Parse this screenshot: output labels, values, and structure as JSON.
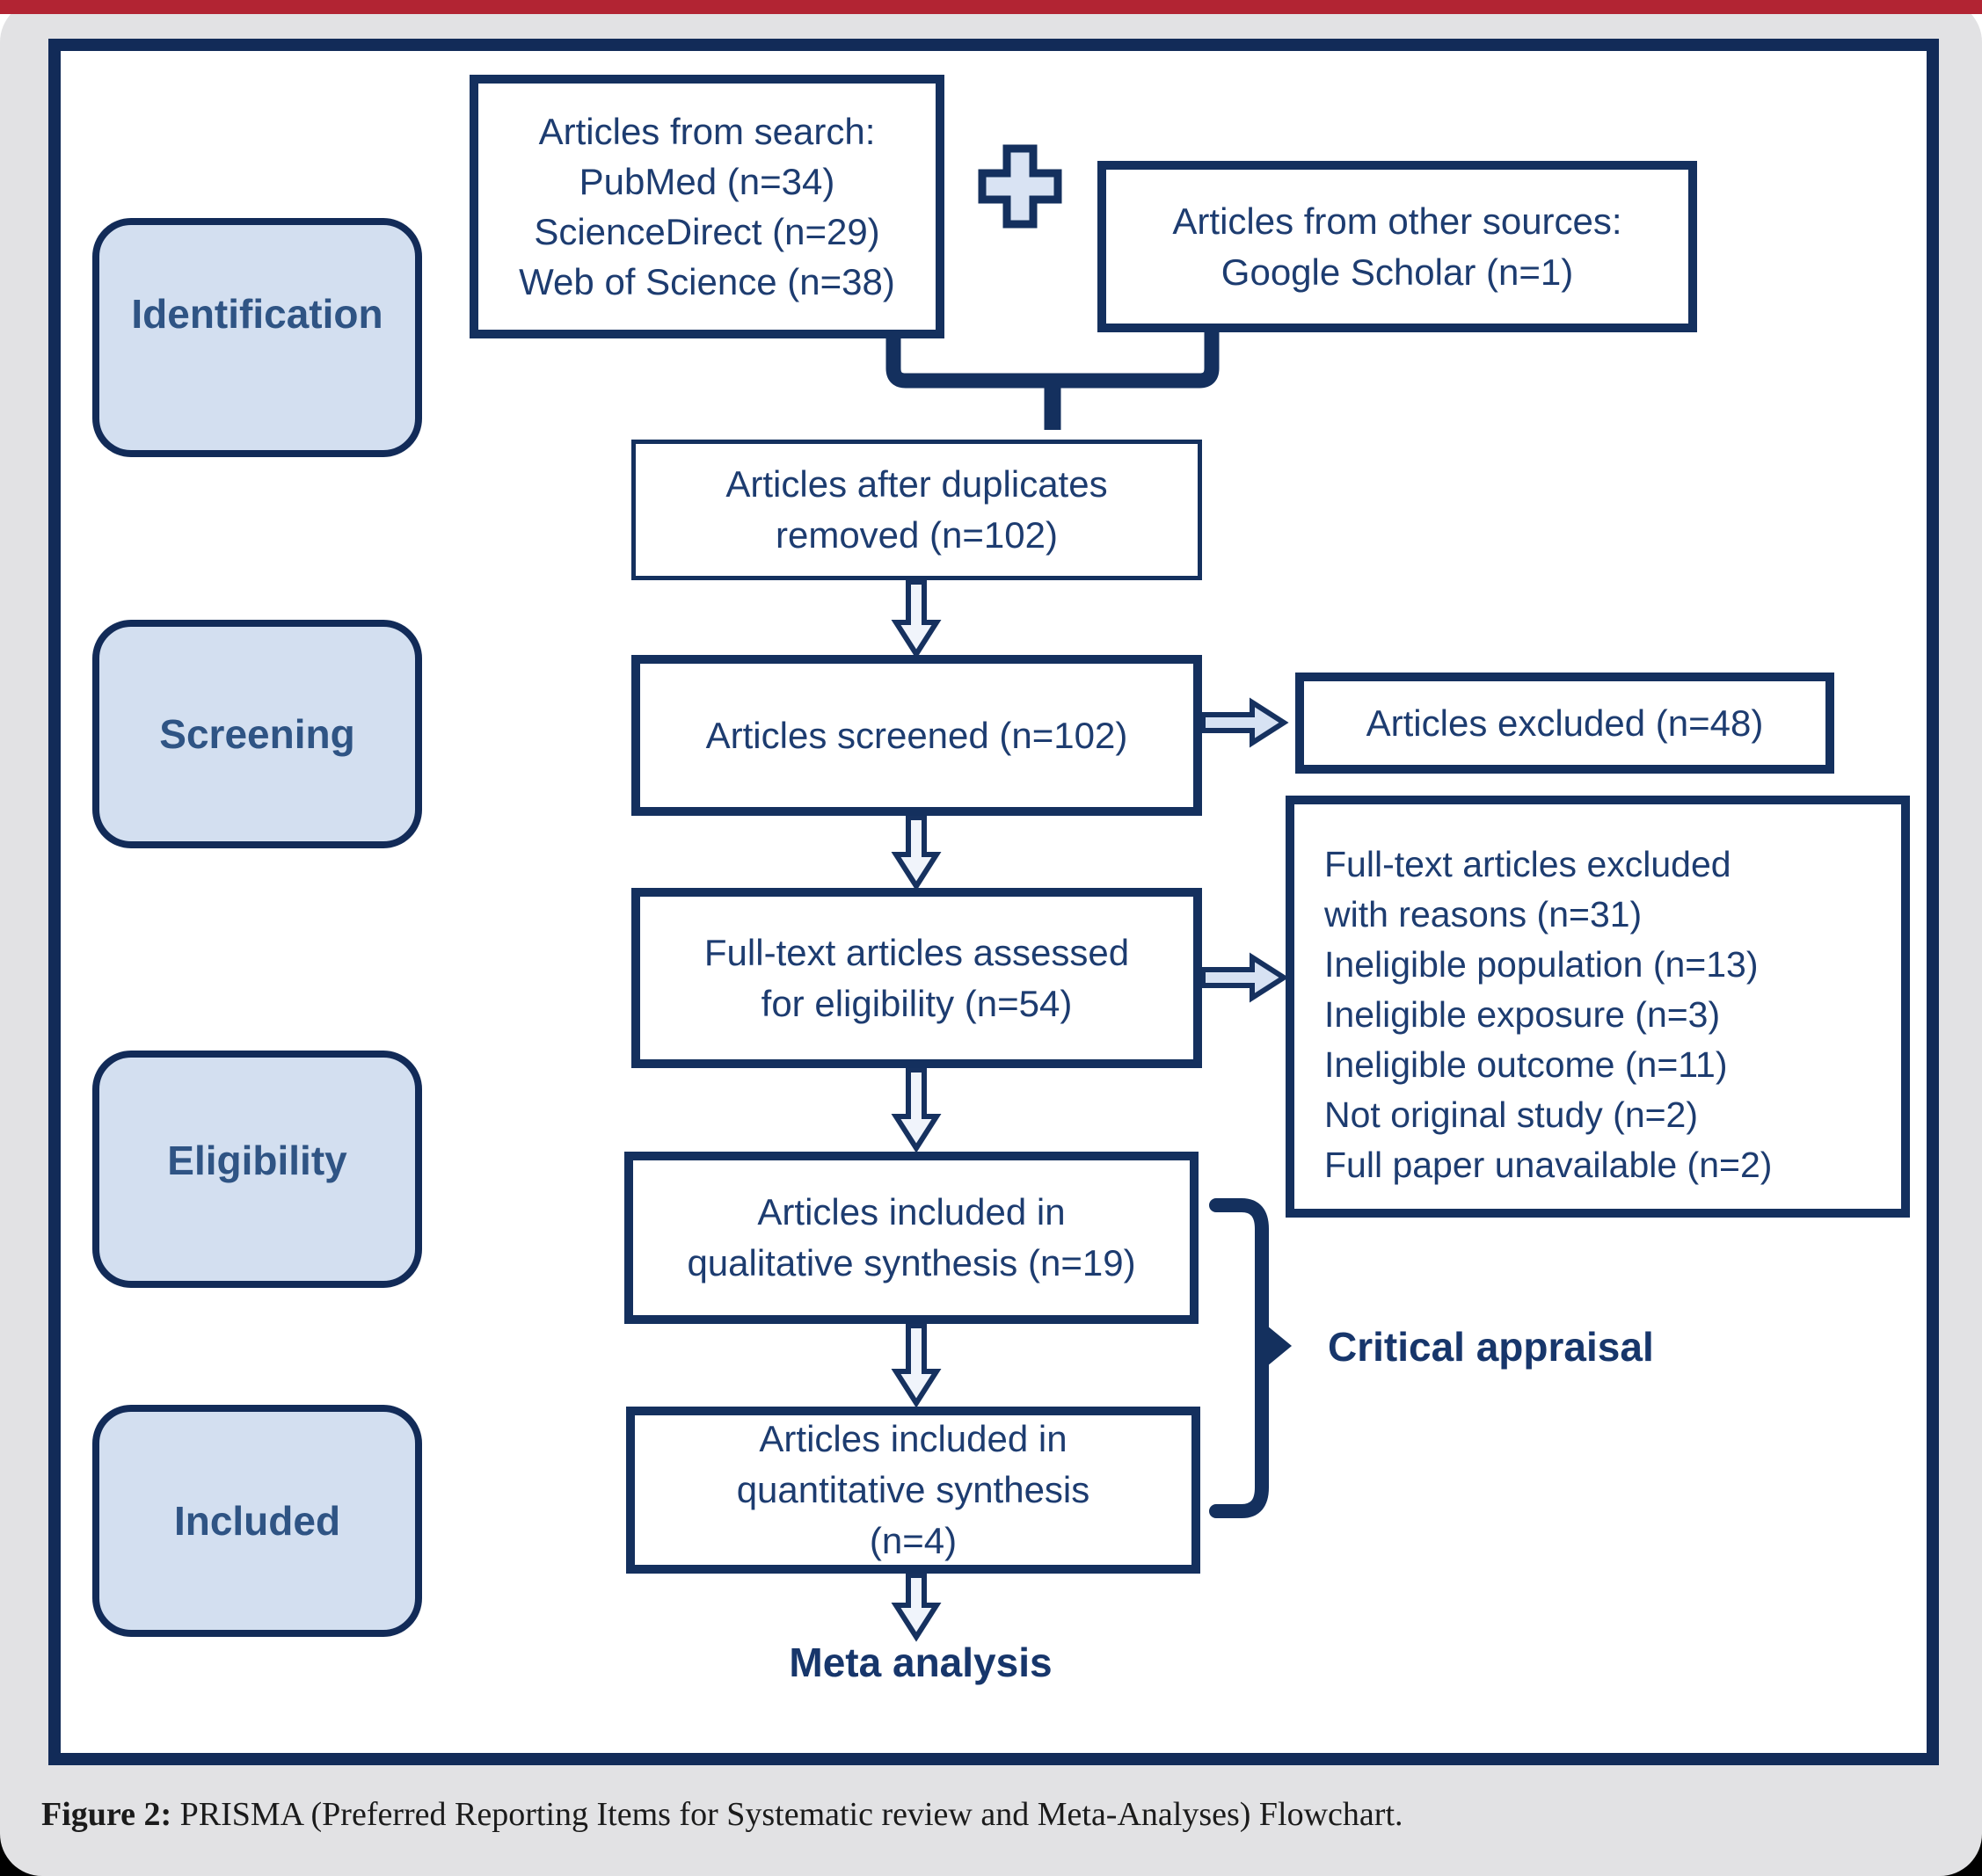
{
  "topbar": {
    "color": "#b22433"
  },
  "stages": [
    "Identification",
    "Screening",
    "Eligibility",
    "Included"
  ],
  "flow": {
    "search": [
      "Articles from search:",
      "PubMed (n=34)",
      "ScienceDirect (n=29)",
      "Web of Science (n=38)"
    ],
    "other_sources": [
      "Articles from other sources:",
      "Google Scholar (n=1)"
    ],
    "duplicates": [
      "Articles after duplicates",
      "removed (n=102)"
    ],
    "screened": [
      "Articles screened (n=102)"
    ],
    "excluded": [
      "Articles excluded (n=48)"
    ],
    "reasons": [
      "Full-text articles excluded",
      "with reasons (n=31)",
      "Ineligible population (n=13)",
      "Ineligible exposure (n=3)",
      "Ineligible outcome (n=11)",
      "Not original study (n=2)",
      "Full paper unavailable (n=2)"
    ],
    "fulltext": [
      "Full-text articles assessed",
      "for eligibility (n=54)"
    ],
    "qualitative": [
      "Articles included in",
      "qualitative synthesis (n=19)"
    ],
    "quantitative": [
      "Articles included in",
      "quantitative synthesis",
      "(n=4)"
    ]
  },
  "labels": {
    "critical_appraisal": "Critical appraisal",
    "meta_analysis": "Meta analysis"
  },
  "icons": [
    "plus-icon",
    "merge-bracket",
    "down-arrow",
    "right-arrow",
    "critical-appraisal-brace"
  ],
  "caption": {
    "prefix": "Figure 2:",
    "text": " PRISMA (Preferred Reporting Items for Systematic review and Meta-Analyses) Flowchart."
  },
  "colors": {
    "navy_border": "#122b58",
    "box_text": "#1d3c70",
    "stage_fill": "#d3dff0",
    "stage_text": "#2f5484",
    "arrow_fill_vertical": "#f0f4fb",
    "arrow_fill_horizontal": "#d7e2f3",
    "card_background": "#e2e2e4",
    "top_bar_red": "#b22433"
  }
}
